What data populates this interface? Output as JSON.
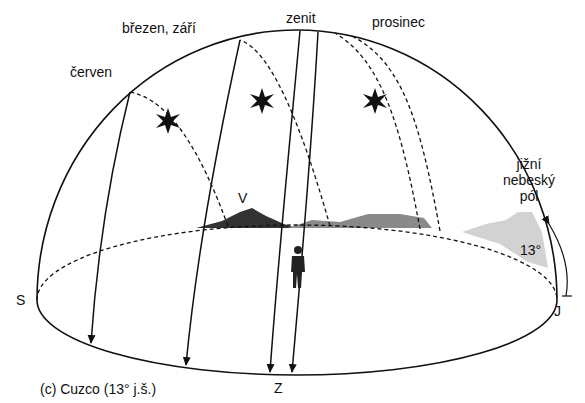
{
  "diagram": {
    "caption": "(c) Cuzco (13° j.š.)",
    "labels": [
      "zenit",
      "březen, září",
      "prosinec",
      "červen",
      "jižní nebeský pól",
      "13°",
      "S",
      "J",
      "V",
      "Z"
    ]
  }
}
